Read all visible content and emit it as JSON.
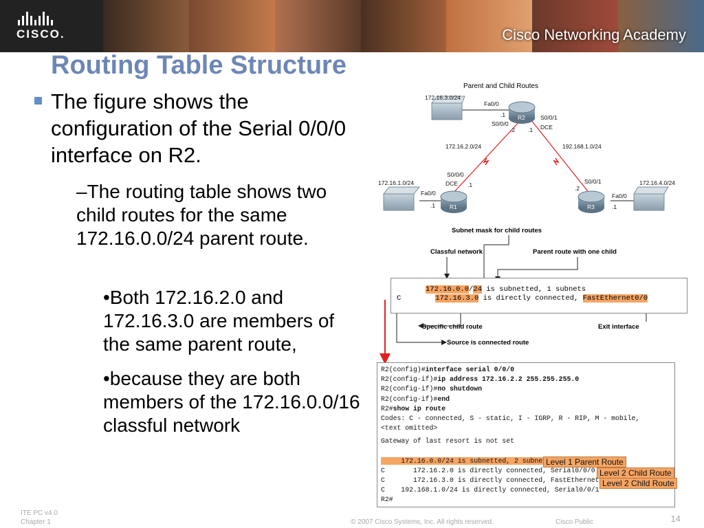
{
  "header": {
    "logo_text": "CISCO.",
    "academy_text": "Cisco Networking Academy"
  },
  "slide": {
    "title": "Routing Table Structure",
    "bullet1": "The figure shows the configuration of the Serial 0/0/0 interface on R2.",
    "bullet2": "–The routing table shows two child routes for the same 172.16.0.0/24 parent route.",
    "bullet3a": "•Both 172.16.2.0 and 172.16.3.0 are members of the same parent route,",
    "bullet3b": "•because they are both members of the 172.16.0.0/16 classful network"
  },
  "diagram": {
    "title": "Parent and Child Routes",
    "r2": {
      "name": "R2",
      "net": "172.16.3.0/24",
      "fa": "Fa0/0",
      "dot1": ".1",
      "s000": "S0/0/0",
      "s001": "S0/0/1",
      "dce": "DCE",
      "dot2a": ".2",
      "dot1b": ".1"
    },
    "link_left": "172.16.2.0/24",
    "link_right": "192.168.1.0/24",
    "r1": {
      "name": "R1",
      "net": "172.16.1.0/24",
      "fa": "Fa0/0",
      "s000": "S0/0/0",
      "dce": "DCE",
      "dot1a": ".1",
      "dot1b": ".1"
    },
    "r3": {
      "name": "R3",
      "net": "172.16.4.0/24",
      "fa": "Fa0/0",
      "s001": "S0/0/1",
      "dot2": ".2",
      "dot1": ".1"
    },
    "label_subnet_mask": "Subnet mask for child routes",
    "label_classful": "Classful network",
    "label_parent": "Parent route with one child",
    "label_specific": "Specific child route",
    "label_exit": "Exit interface",
    "label_source": "Source is connected route",
    "rt_line1_net": "172.16.0.0",
    "rt_line1_slash": "/",
    "rt_line1_mask": "24",
    "rt_line1_rest": " is subnetted, 1 subnets",
    "rt_line2_code": "C",
    "rt_line2_net": "172.16.3.0",
    "rt_line2_rest": " is directly connected, ",
    "rt_line2_if": "FastEthernet0/0"
  },
  "cli": {
    "l1p": "R2(config)#",
    "l1c": "interface serial 0/0/0",
    "l2p": "R2(config-if)#",
    "l2c": "ip address 172.16.2.2 255.255.255.0",
    "l3p": "R2(config-if)#",
    "l3c": "no shutdown",
    "l4p": "R2(config-if)#",
    "l4c": "end",
    "l5p": "R2#",
    "l5c": "show ip route",
    "l6": "Codes: C - connected, S - static, I - IGRP, R - RIP, M - mobile,",
    "l7": "<text omitted>",
    "l8": "Gateway of last resort is not set",
    "l9": "     172.16.0.0/24 is subnetted, 2 subnets",
    "l10": "C       172.16.2.0 is directly connected, Serial0/0/0",
    "l11": "C       172.16.3.0 is directly connected, FastEthernet0/0",
    "l12": "C    192.168.1.0/24 is directly connected, Serial0/0/1",
    "l13": "R2#",
    "tag_level1": "Level 1 Parent Route",
    "tag_level2a": "Level 2 Child Route",
    "tag_level2b": "Level 2 Child Route"
  },
  "footer": {
    "ite": "ITE PC v4.0",
    "chapter": "Chapter 1",
    "copyright": "© 2007 Cisco Systems, Inc. All rights reserved.",
    "public": "Cisco Public",
    "page": "14"
  },
  "colors": {
    "title": "#6d87b5",
    "bullet": "#5f8fc6",
    "highlight": "#f5a564",
    "arrow_red": "#e02020"
  }
}
